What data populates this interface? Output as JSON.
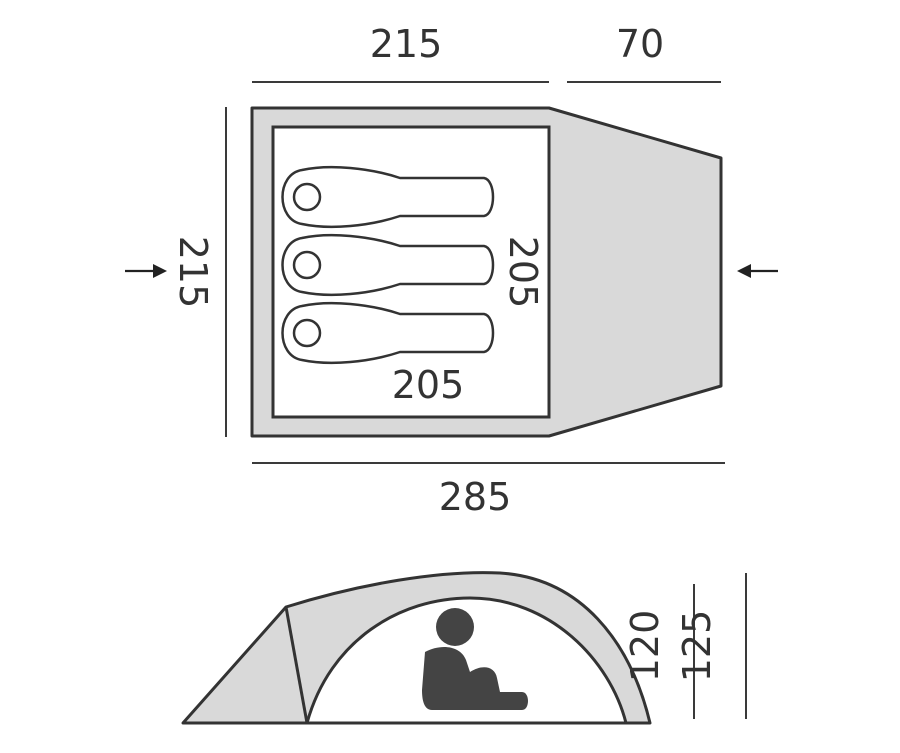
{
  "colors": {
    "shell": "#d9d9d9",
    "outline": "#333333",
    "figure": "#444444",
    "background": "#ffffff"
  },
  "top_view": {
    "width_inner": "215",
    "width_vestibule": "70",
    "length_total": "285",
    "height_side": "215",
    "sleeping_area_width": "205",
    "sleeping_area_length": "205",
    "sleeping_bags": 3
  },
  "side_view": {
    "inner_height": "120",
    "outer_height": "125",
    "person_icon": "seated-person-icon"
  }
}
